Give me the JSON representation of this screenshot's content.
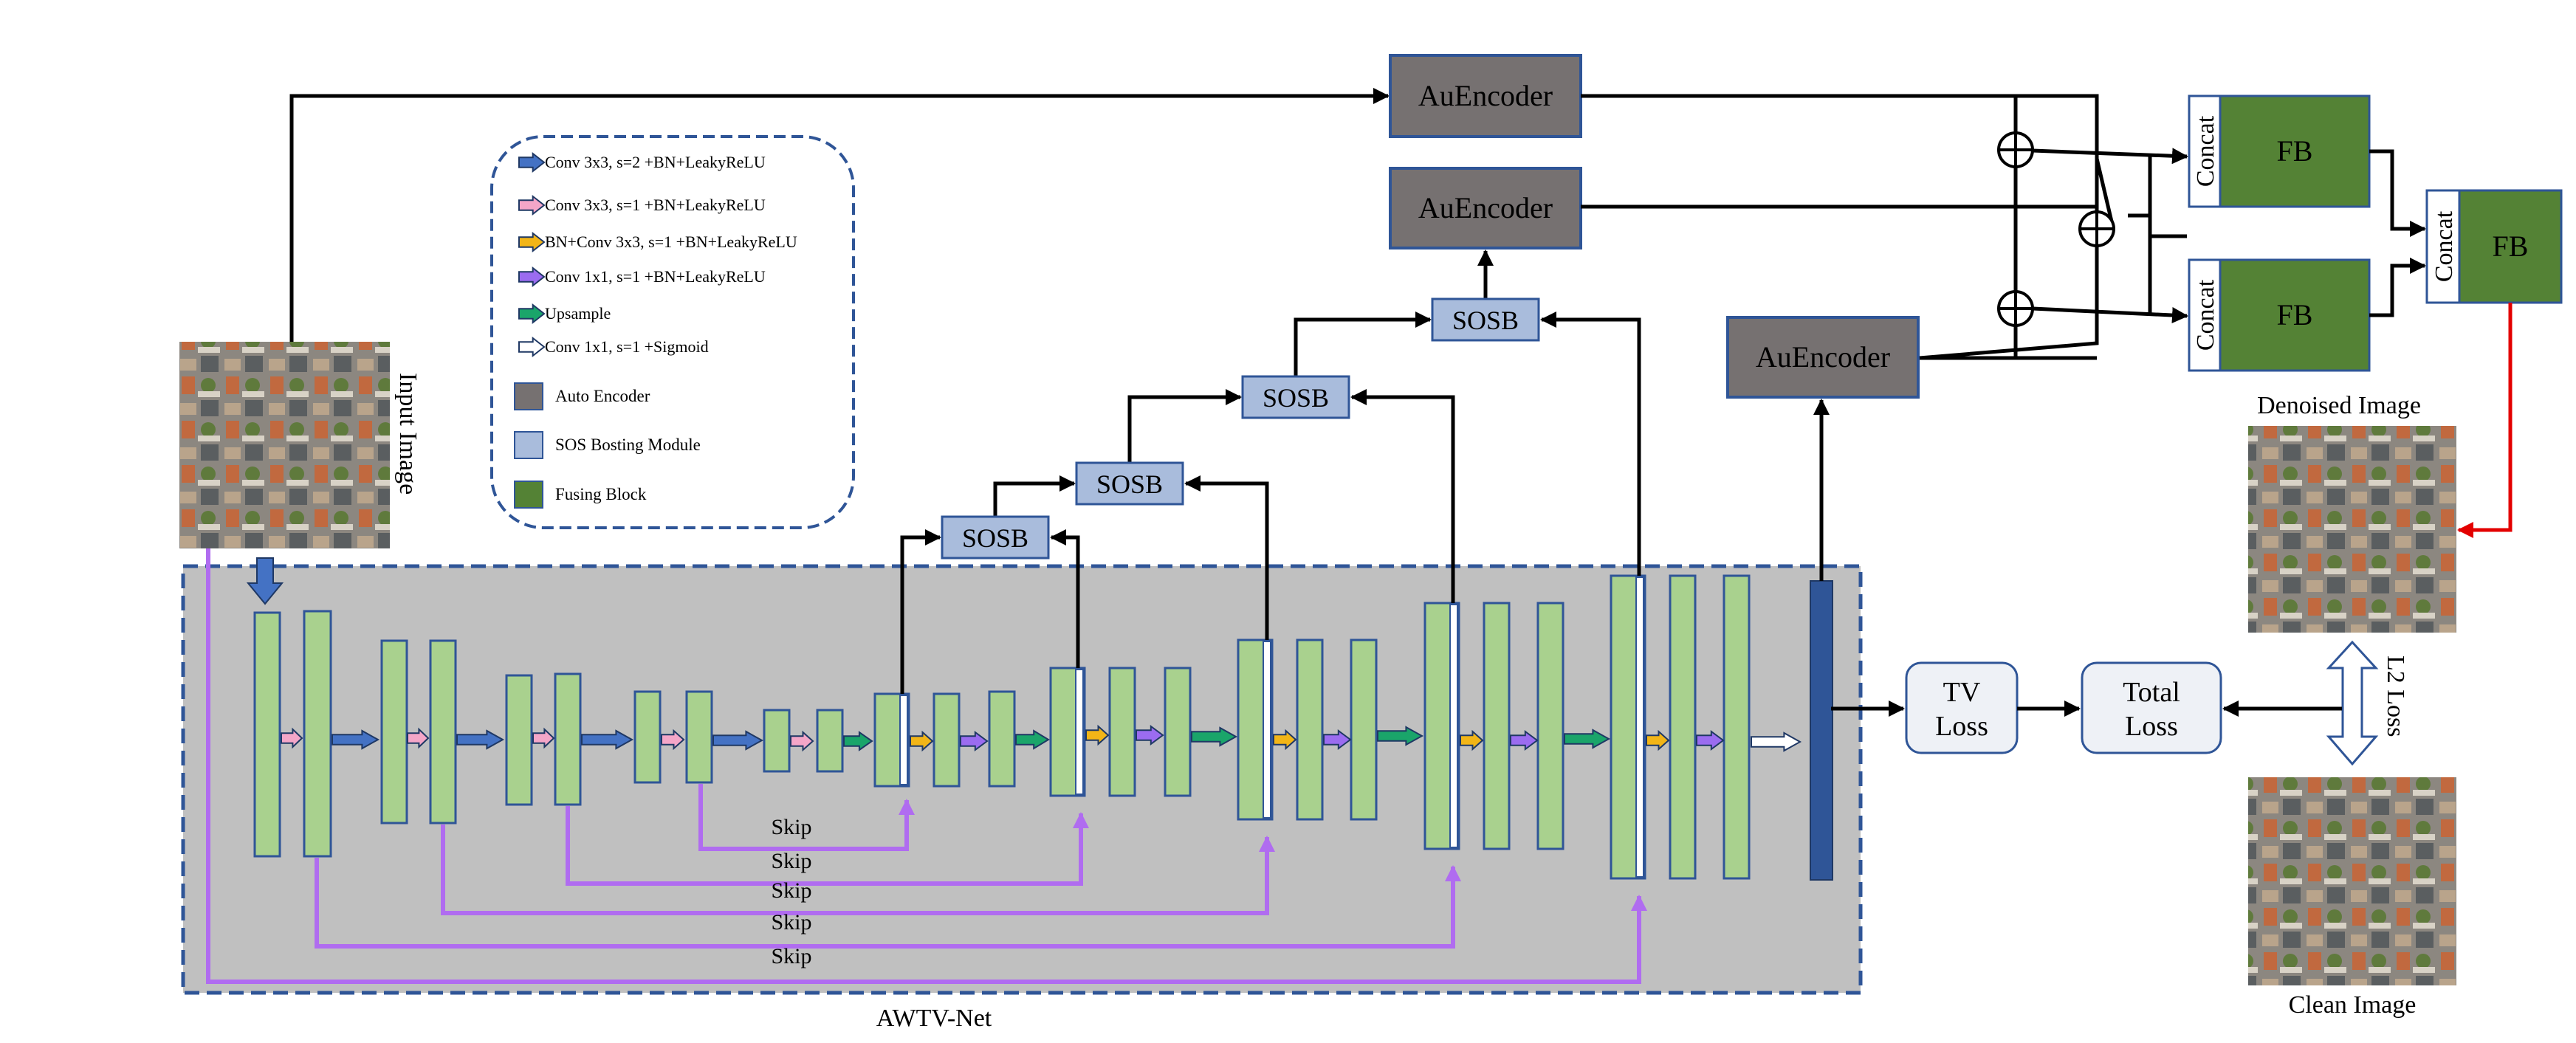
{
  "input_image_label": "Input Image",
  "net_label": "AWTV-Net",
  "legend": [
    {
      "label": "Conv 3x3, s=2 +BN+LeakyReLU",
      "color": "#4472c4",
      "kind": "arrow"
    },
    {
      "label": "Conv 3x3, s=1 +BN+LeakyReLU",
      "color": "#f4a6c8",
      "kind": "arrow"
    },
    {
      "label": "BN+Conv 3x3, s=1 +BN+LeakyReLU",
      "color": "#f2b517",
      "kind": "arrow"
    },
    {
      "label": "Conv 1x1, s=1 +BN+LeakyReLU",
      "color": "#9b6cf0",
      "kind": "arrow"
    },
    {
      "label": "Upsample",
      "color": "#1aa56a",
      "kind": "arrow"
    },
    {
      "label": "Conv 1x1, s=1 +Sigmoid",
      "color": "#ffffff",
      "kind": "arrow"
    },
    {
      "label": "Auto Encoder",
      "color": "#767171",
      "kind": "box"
    },
    {
      "label": "SOS Bosting Module",
      "color": "#a9bcdc",
      "kind": "box"
    },
    {
      "label": "Fusing Block",
      "color": "#548235",
      "kind": "box"
    }
  ],
  "auencoder_label": "AuEncoder",
  "sosb_label": "SOSB",
  "fb_label": "FB",
  "concat_label": "Concat",
  "skip_label": "Skip",
  "tv_loss": [
    "TV",
    "Loss"
  ],
  "total_loss": [
    "Total",
    "Loss"
  ],
  "l2_loss_label": "L2 Loss",
  "denoised_label": "Denoised Image",
  "clean_label": "Clean Image",
  "colors": {
    "panel": "#c0c0c0",
    "panel_border": "#2f5597",
    "feature": "#a9d18e",
    "feature_border": "#2f5597",
    "autoencoder": "#767171",
    "sosb": "#a9bcdc",
    "fb": "#548235",
    "skip": "#b06cf0",
    "output": "#e30000",
    "dark_bar": "#2f5597"
  }
}
